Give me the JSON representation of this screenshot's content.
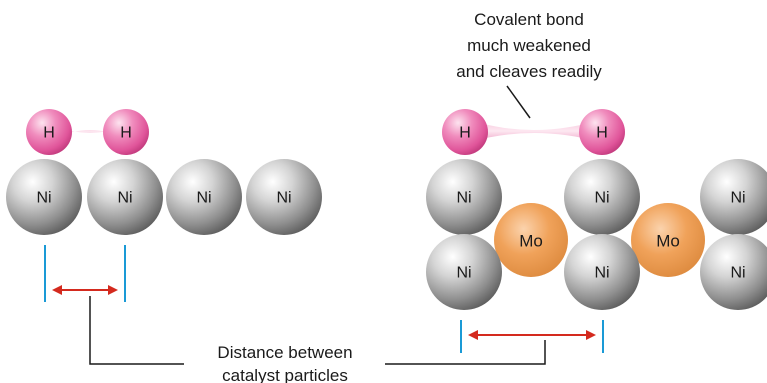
{
  "colors": {
    "hydrogen": "#e0559a",
    "nickel": "#8f8f8f",
    "molybdenum": "#f0a25a",
    "bond": "#f2b3cf",
    "guide_line": "#1a9ad6",
    "arrow": "#d42a1e",
    "leader_line": "#1a1a1a"
  },
  "atoms": {
    "hydrogen": "H",
    "nickel": "Ni",
    "molybdenum": "Mo"
  },
  "annotations": {
    "bond_note_line1": "Covalent bond",
    "bond_note_line2": "much weakened",
    "bond_note_line3": "and cleaves readily",
    "distance_line1": "Distance between",
    "distance_line2": "catalyst particles"
  }
}
